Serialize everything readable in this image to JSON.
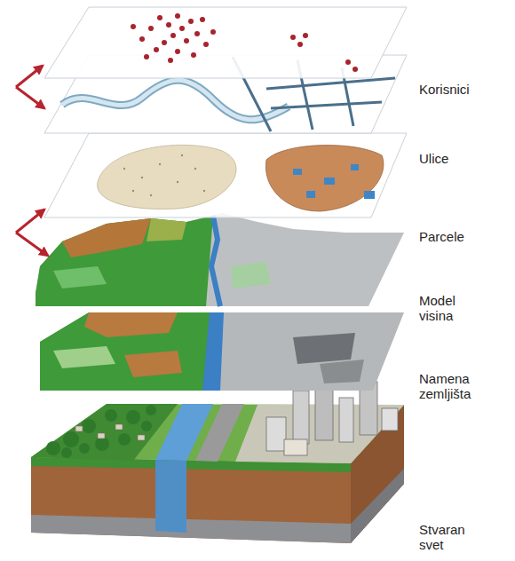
{
  "diagram": {
    "labels": [
      "Korisnici",
      "Ulice",
      "Parcele",
      "Model visina",
      "Namena zemljišta",
      "Stvaran svet"
    ]
  }
}
